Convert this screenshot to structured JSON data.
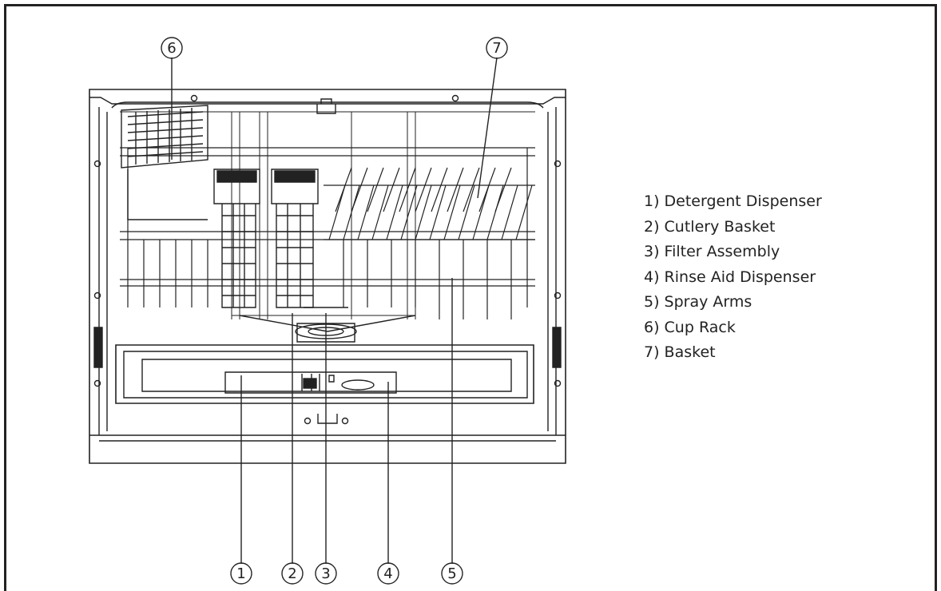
{
  "callouts": [
    {
      "id": "1",
      "label": "1"
    },
    {
      "id": "2",
      "label": "2"
    },
    {
      "id": "3",
      "label": "3"
    },
    {
      "id": "4",
      "label": "4"
    },
    {
      "id": "5",
      "label": "5"
    },
    {
      "id": "6",
      "label": "6"
    },
    {
      "id": "7",
      "label": "7"
    }
  ],
  "legend": {
    "items": [
      {
        "text": "1) Detergent Dispenser"
      },
      {
        "text": "2) Cutlery Basket"
      },
      {
        "text": "3) Filter Assembly"
      },
      {
        "text": "4) Rinse Aid Dispenser"
      },
      {
        "text": "5) Spray Arms"
      },
      {
        "text": "6) Cup Rack"
      },
      {
        "text": "7) Basket"
      }
    ]
  },
  "colors": {
    "line": "#222222",
    "background": "#ffffff"
  }
}
